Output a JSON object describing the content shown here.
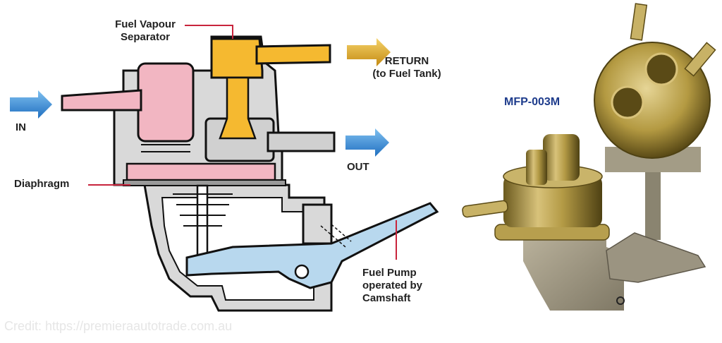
{
  "labels": {
    "separator": "Fuel Vapour\nSeparator",
    "return": "RETURN\n(to Fuel Tank)",
    "in": "IN",
    "out": "OUT",
    "diaphragm": "Diaphragm",
    "camshaft": "Fuel Pump\noperated by\nCamshaft",
    "model": "MFP-003M"
  },
  "credit": "Credit: https://premieraautotrade.com.au",
  "colors": {
    "fuel_pink": "#f2b6c2",
    "vapour_orange": "#f5b930",
    "lever_blue": "#b8d8ee",
    "arrow_blue": "#2e86d6",
    "arrow_gold": "#e4a92a",
    "body_grey": "#d9d9d9",
    "leader_red": "#c8243c"
  }
}
